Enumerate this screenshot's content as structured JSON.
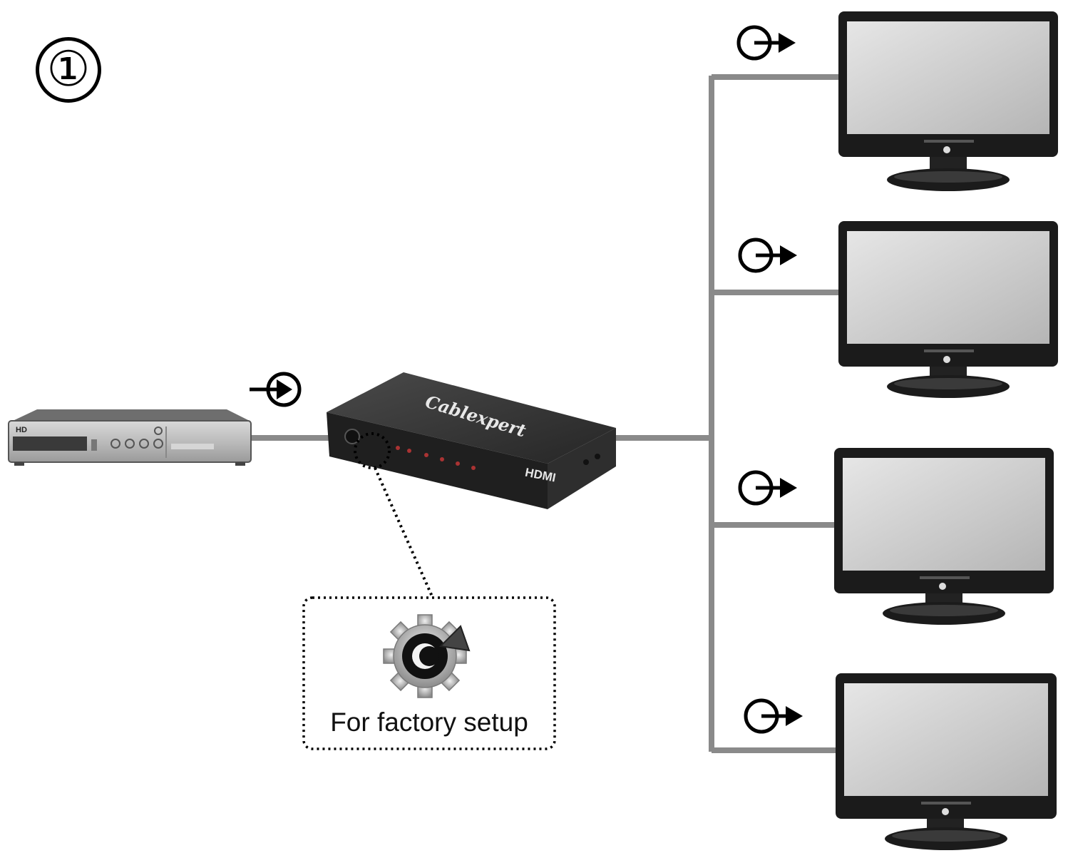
{
  "step": {
    "number": "①"
  },
  "setup_box": {
    "label": "For factory setup",
    "icon": "gear-reset-icon"
  },
  "splitter": {
    "brand": "Cablexpert",
    "hdmi_logo": "HDMI"
  },
  "source_device": {
    "brand": "HD"
  },
  "connections": {
    "input_icon": "input-arrow-icon",
    "output_icon": "output-arrow-icon"
  },
  "displays": [
    {
      "name": "monitor-1"
    },
    {
      "name": "monitor-2"
    },
    {
      "name": "monitor-3"
    },
    {
      "name": "monitor-4"
    }
  ],
  "colors": {
    "cable": "#8a8a8a",
    "device_dark": "#2b2b2b",
    "screen": "#cdcdcd",
    "ink": "#000000"
  }
}
